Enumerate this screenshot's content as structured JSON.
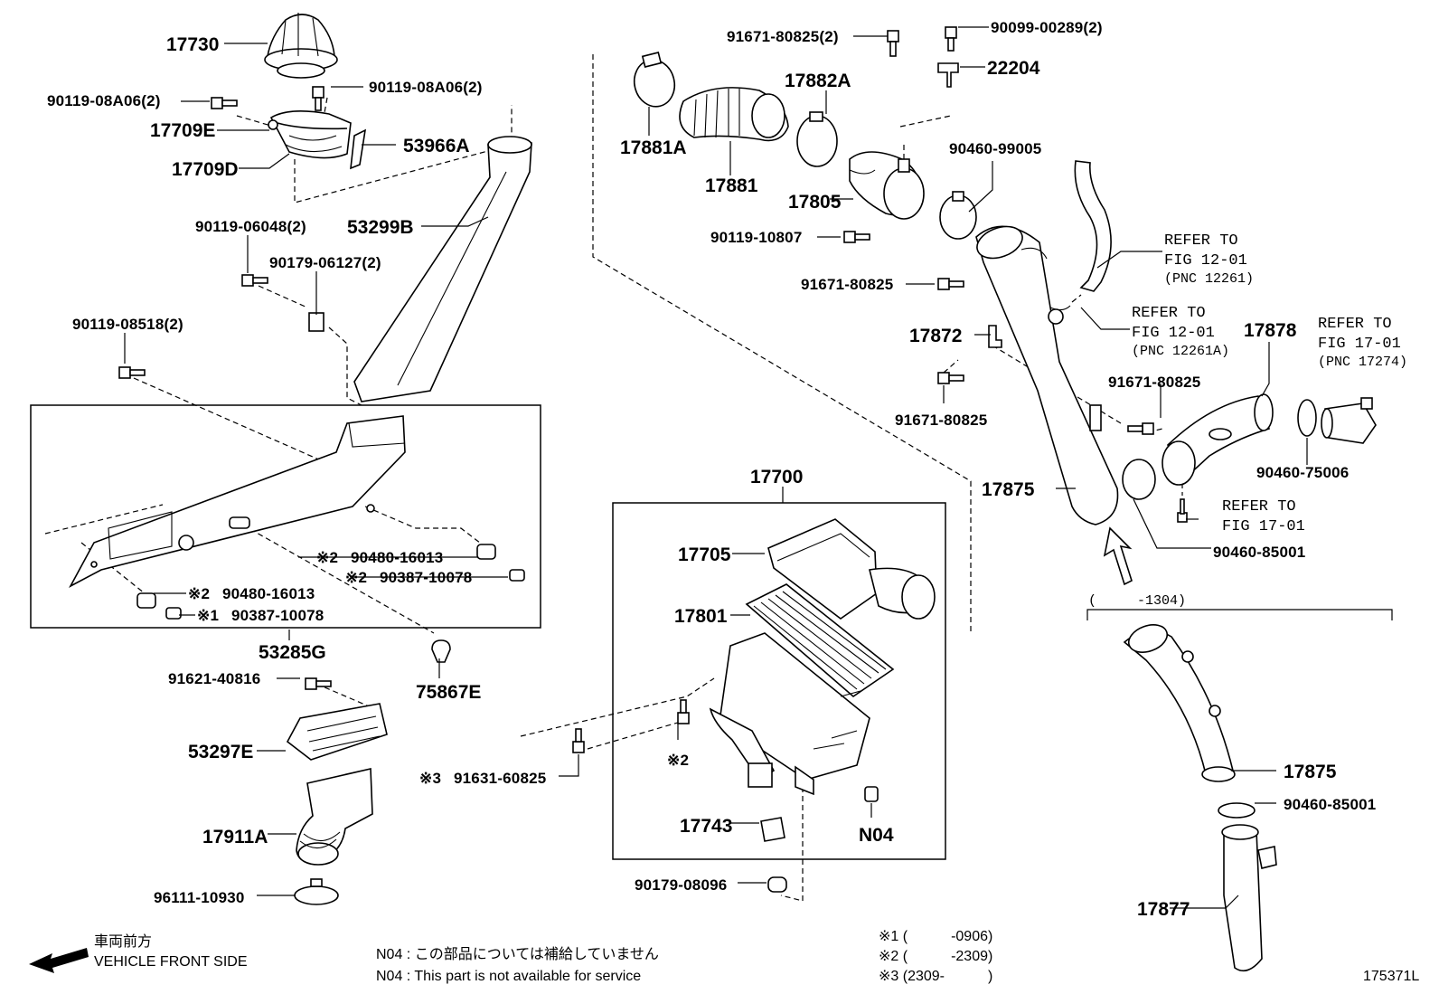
{
  "parts": {
    "p17730": "17730",
    "p9011908A06_l": "90119-08A06(2)",
    "p9011908A06_r": "90119-08A06(2)",
    "p17709E": "17709E",
    "p17709D": "17709D",
    "p53966A": "53966A",
    "p53299B": "53299B",
    "p9011906048": "90119-06048(2)",
    "p9017906127": "90179-06127(2)",
    "p9011908518": "90119-08518(2)",
    "p9048016013_r": "90480-16013",
    "p9038710078_r": "90387-10078",
    "p9048016013_l": "90480-16013",
    "p9038710078_l": "90387-10078",
    "p53285G": "53285G",
    "p75867E": "75867E",
    "p9162140816": "91621-40816",
    "p53297E": "53297E",
    "p17911A": "17911A",
    "p9611110930": "96111-10930",
    "p9167180825_top": "91671-80825(2)",
    "p9009900289": "90099-00289(2)",
    "p22204": "22204",
    "p17882A": "17882A",
    "p17881A": "17881A",
    "p17881": "17881",
    "p17805": "17805",
    "p9046099005": "90460-99005",
    "p9011910807": "90119-10807",
    "p9167180825_mid": "91671-80825",
    "p17872": "17872",
    "p9167180825_low": "91671-80825",
    "p9167180825_right": "91671-80825",
    "p17878": "17878",
    "p9046075006": "90460-75006",
    "p17875_main": "17875",
    "p9046085001_main": "90460-85001",
    "p17700": "17700",
    "p17705": "17705",
    "p17801": "17801",
    "p9163160825": "91631-60825",
    "p17743": "17743",
    "pN04": "N04",
    "p9017908096": "90179-08096",
    "p17875_alt": "17875",
    "p9046085001_alt": "90460-85001",
    "p17877": "17877"
  },
  "marks": {
    "m2a": "※2",
    "m2b": "※2",
    "m2c": "※2",
    "m1": "※1",
    "m2d": "※2",
    "m3": "※3"
  },
  "refs": {
    "r1": {
      "line1": "REFER TO",
      "line2": "FIG 12-01",
      "line3": "(PNC 12261)"
    },
    "r2": {
      "line1": "REFER TO",
      "line2": "FIG 12-01",
      "line3": "(PNC 12261A)"
    },
    "r3": {
      "line1": "REFER TO",
      "line2": "FIG 17-01",
      "line3": "(PNC 17274)"
    },
    "r4": {
      "line1": "REFER TO",
      "line2": "FIG 17-01"
    }
  },
  "range_label": "(　　　-1304)",
  "vehicle_front": {
    "jp": "車両前方",
    "en": "VEHICLE FRONT SIDE"
  },
  "notes": {
    "n04_jp": "N04 : この部品については補給していません",
    "n04_en": "N04 : This part is not available for service",
    "k1": "※1 (　　　-0906)",
    "k2": "※2 (　　　-2309)",
    "k3": "※3 (2309-　　　)"
  },
  "figure_id": "175371L"
}
